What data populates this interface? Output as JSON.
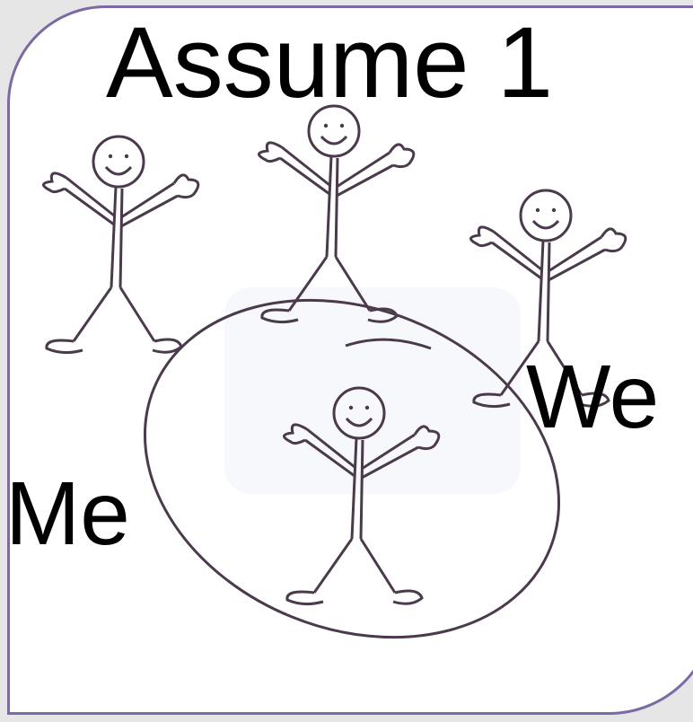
{
  "title": "Assume 1",
  "labels": {
    "group": "We",
    "self": "Me"
  },
  "colors": {
    "frame": "#7b6aa6",
    "ink": "#4a3a4c",
    "background": "#e6e6e6"
  },
  "figures": [
    {
      "id": "stick-figure-top-left"
    },
    {
      "id": "stick-figure-top-center"
    },
    {
      "id": "stick-figure-right"
    },
    {
      "id": "stick-figure-center-circled"
    }
  ]
}
